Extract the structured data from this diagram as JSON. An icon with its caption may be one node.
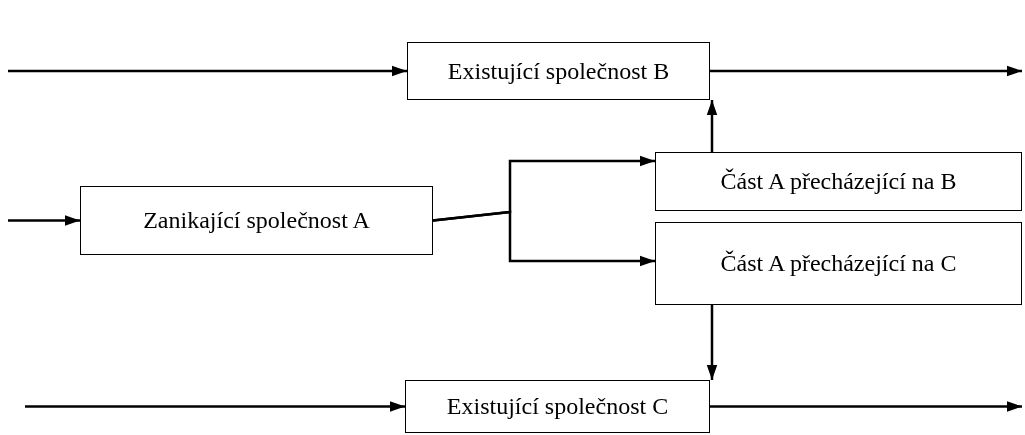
{
  "diagram": {
    "nodes": [
      {
        "text": [
          "Existující společnost B"
        ]
      },
      {
        "text": [
          "Zanikající společnost A"
        ]
      },
      {
        "text": [
          "Část A přecházející na B"
        ]
      },
      {
        "text": [
          "Část A přecházející na C"
        ]
      },
      {
        "text": [
          "Existující společnost C"
        ]
      }
    ],
    "edges": [
      {
        "from": null,
        "to": 0,
        "arrow": "to"
      },
      {
        "from": 0,
        "to": null,
        "arrow": "to"
      },
      {
        "from": null,
        "to": 1,
        "arrow": "to"
      },
      {
        "from": 1,
        "to": 2,
        "arrow": "to"
      },
      {
        "from": 1,
        "to": 3,
        "arrow": "to"
      },
      {
        "from": 2,
        "to": 0,
        "arrow": "to"
      },
      {
        "from": 3,
        "to": 4,
        "arrow": "to"
      },
      {
        "from": null,
        "to": 4,
        "arrow": "to"
      },
      {
        "from": 4,
        "to": null,
        "arrow": "to"
      }
    ]
  }
}
